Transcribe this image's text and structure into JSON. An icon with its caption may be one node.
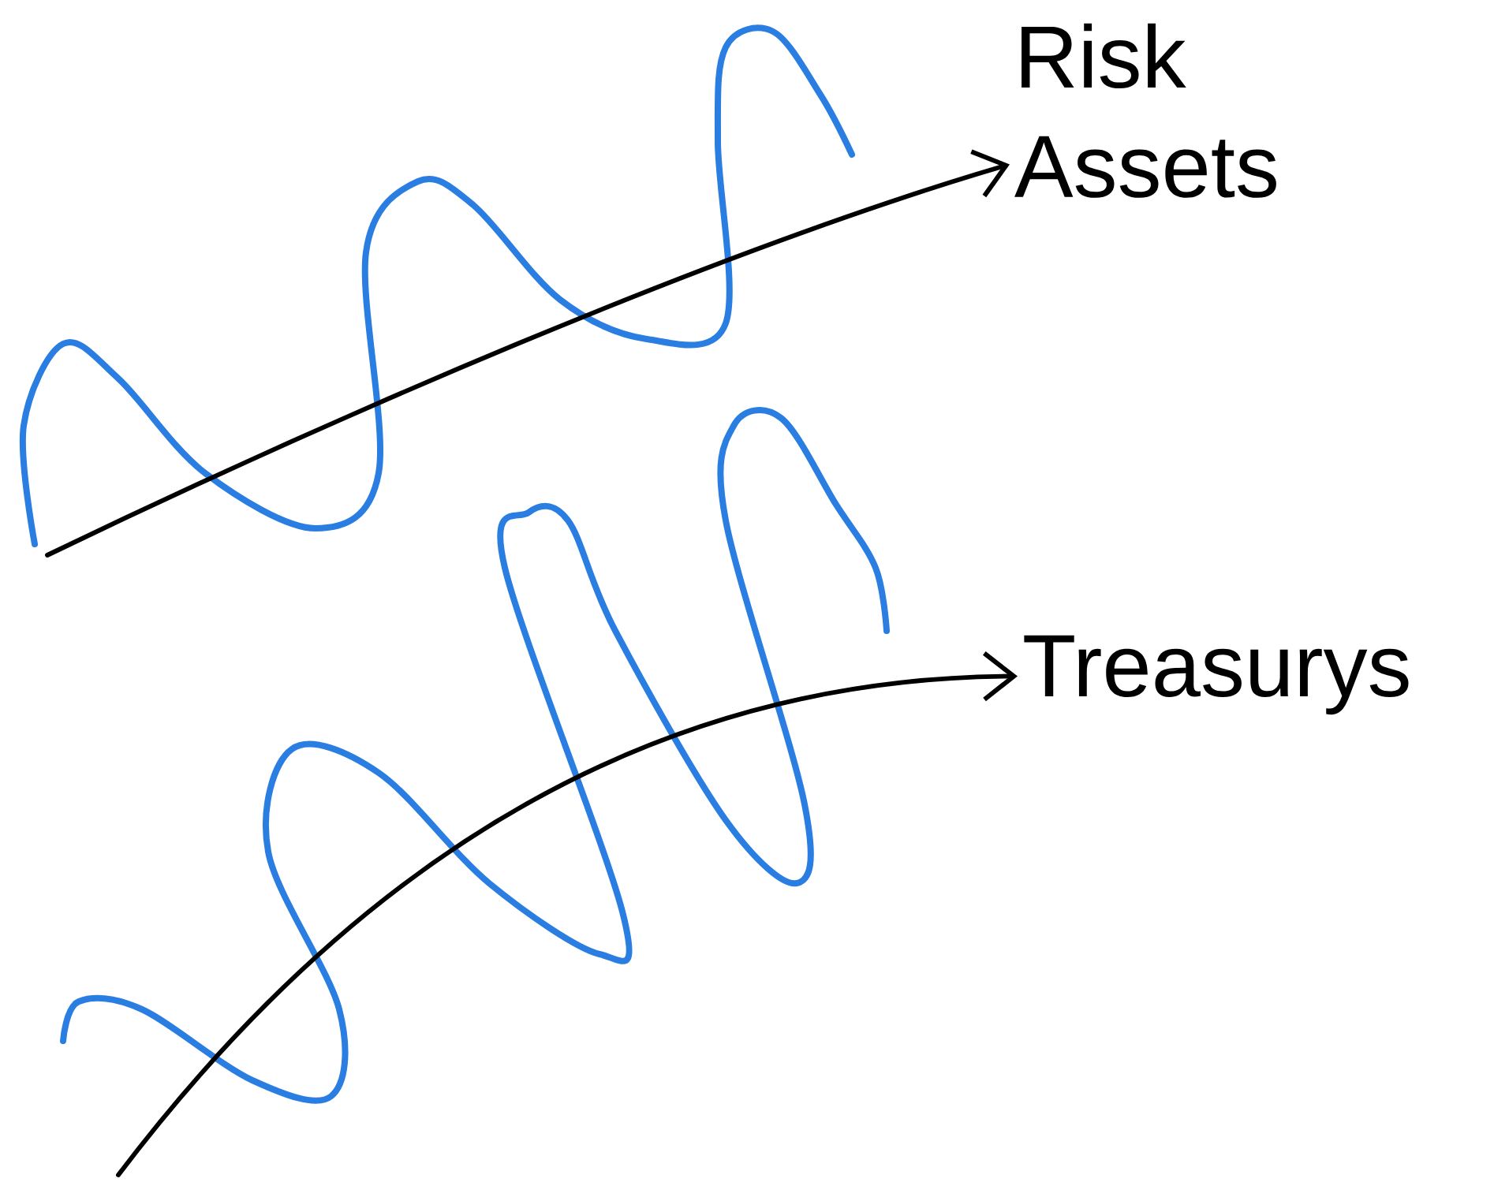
{
  "diagram": {
    "nodes": [
      {
        "text": [
          "Risk Assets"
        ]
      },
      {
        "text": [
          "Treasurys"
        ]
      }
    ],
    "edges": [
      {
        "from": null,
        "to": 0,
        "arrow": "to"
      },
      {
        "from": null,
        "to": 1,
        "arrow": "to"
      }
    ]
  }
}
